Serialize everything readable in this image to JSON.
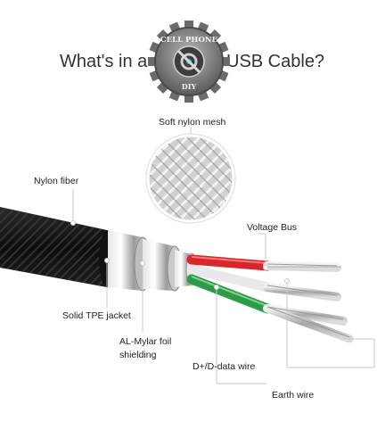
{
  "title": {
    "prefix": "What's in a",
    "suffix": "USB Cable?"
  },
  "logo": {
    "top_text": "CELL PHONE",
    "bottom_text": "DIY",
    "icon": "gear-wrench-icon"
  },
  "labels": {
    "soft_nylon_mesh": "Soft nylon mesh",
    "nylon_fiber": "Nylon fiber",
    "voltage_bus": "Voltage Bus",
    "solid_tpe_jacket": "Solid TPE jacket",
    "al_mylar_line1": "AL-Mylar foil",
    "al_mylar_line2": "shielding",
    "data_wire": "D+/D-data wire",
    "earth_wire": "Earth wire"
  },
  "colors": {
    "jacket": "#151515",
    "shield": "#c9c9c9",
    "red_wire": "#d8262a",
    "green_wire": "#2f9b48",
    "copper": "#b9b9b9",
    "leader_line": "#d03a3a"
  }
}
